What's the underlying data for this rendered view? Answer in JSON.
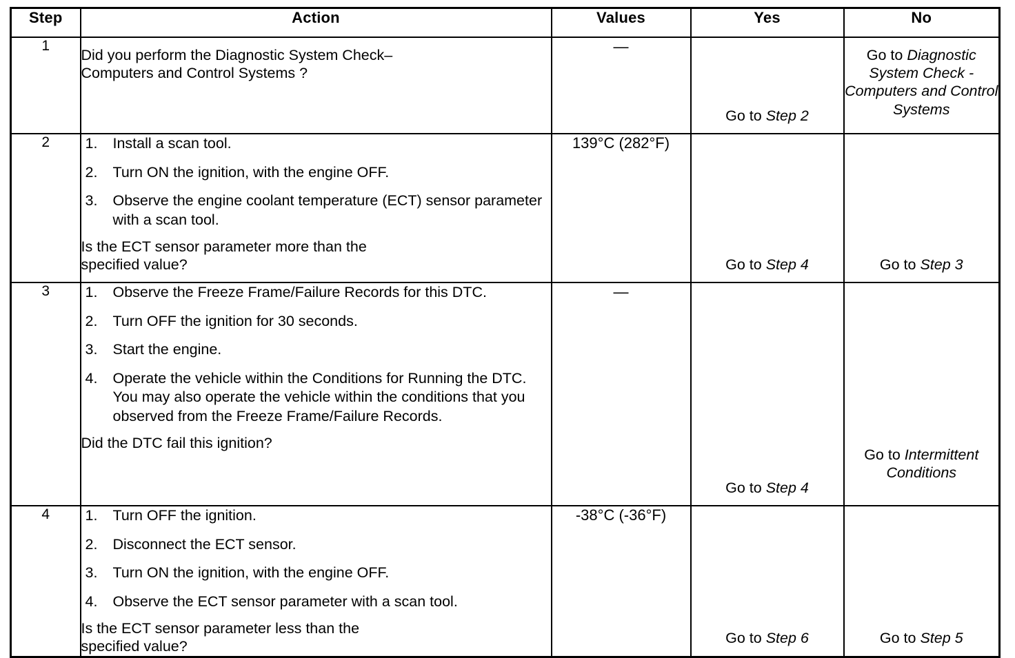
{
  "table": {
    "headers": {
      "step": "Step",
      "action": "Action",
      "values": "Values",
      "yes": "Yes",
      "no": "No"
    },
    "rows": [
      {
        "step": "1",
        "action": {
          "items": [],
          "question_line1": "Did you perform the Diagnostic System Check–",
          "question_line2": "Computers and Control Systems ?"
        },
        "values": "—",
        "yes": {
          "prefix": "Go to ",
          "target": "Step 2"
        },
        "no": {
          "prefix": "Go to ",
          "target": "Diagnostic System Check - Computers and Control Systems"
        }
      },
      {
        "step": "2",
        "action": {
          "items": [
            {
              "num": "1.",
              "text": "Install a scan tool."
            },
            {
              "num": "2.",
              "text": "Turn ON the ignition, with the engine OFF."
            },
            {
              "num": "3.",
              "text": "Observe the engine coolant temperature (ECT) sensor parameter with a scan tool."
            }
          ],
          "question_line1": "Is the ECT sensor parameter more than the",
          "question_line2": "specified value?"
        },
        "values": "139°C (282°F)",
        "yes": {
          "prefix": "Go to ",
          "target": "Step 4"
        },
        "no": {
          "prefix": "Go to ",
          "target": "Step 3"
        }
      },
      {
        "step": "3",
        "action": {
          "items": [
            {
              "num": "1.",
              "text": "Observe the Freeze Frame/Failure Records for this DTC."
            },
            {
              "num": "2.",
              "text": "Turn OFF the ignition for 30 seconds."
            },
            {
              "num": "3.",
              "text": "Start the engine."
            },
            {
              "num": "4.",
              "text": "Operate the vehicle within the Conditions for Running the DTC. You may also operate the vehicle within the conditions that you observed from the Freeze Frame/Failure Records."
            }
          ],
          "question_line1": "Did the DTC fail this ignition?",
          "question_line2": ""
        },
        "values": "—",
        "yes": {
          "prefix": "Go to ",
          "target": "Step 4"
        },
        "no": {
          "prefix": "Go to ",
          "target": "Intermittent Conditions"
        }
      },
      {
        "step": "4",
        "action": {
          "items": [
            {
              "num": "1.",
              "text": "Turn OFF the ignition."
            },
            {
              "num": "2.",
              "text": "Disconnect the ECT sensor."
            },
            {
              "num": "3.",
              "text": "Turn ON the ignition, with the engine OFF."
            },
            {
              "num": "4.",
              "text": "Observe the ECT sensor parameter with a scan tool."
            }
          ],
          "question_line1": "Is the ECT sensor parameter less than the",
          "question_line2": "specified value?"
        },
        "values": "-38°C (-36°F)",
        "yes": {
          "prefix": "Go to ",
          "target": "Step 6"
        },
        "no": {
          "prefix": "Go to ",
          "target": "Step 5"
        }
      }
    ]
  }
}
